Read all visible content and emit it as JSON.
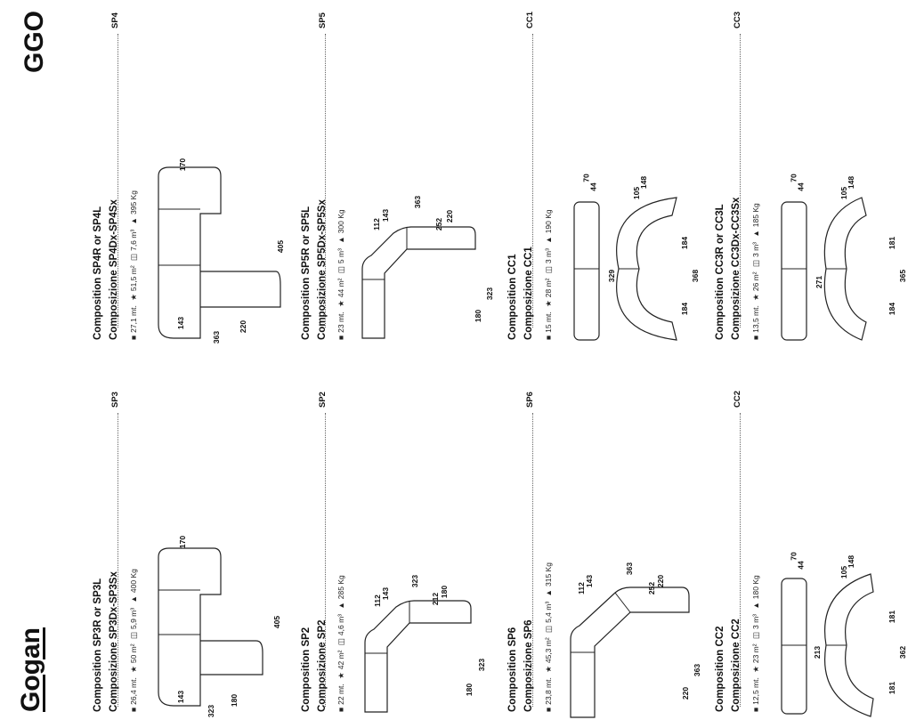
{
  "brand_left": "Gogan",
  "brand_right": "GGO",
  "icons": {
    "size": "square-icon",
    "area": "star-icon",
    "volume": "cube-icon",
    "weight": "weight-icon"
  },
  "cards": [
    {
      "code": "SP4",
      "title_en": "Composition SP4R or SP4L",
      "title_it": "Composizione SP4Dx-SP4Sx",
      "stats": {
        "mt": "27,1 mt.",
        "m2": "51,5 m²",
        "m3": "7,6 m³",
        "kg": "395 Kg"
      },
      "dims": [
        "170",
        "143",
        "220",
        "363",
        "405"
      ]
    },
    {
      "code": "SP5",
      "title_en": "Composition SP5R or SP5L",
      "title_it": "Composizione SP5Dx-SP5Sx",
      "stats": {
        "mt": "23 mt.",
        "m2": "44 m²",
        "m3": "5 m³",
        "kg": "300 Kg"
      },
      "dims": [
        "363",
        "143",
        "112",
        "220",
        "252",
        "180",
        "323"
      ]
    },
    {
      "code": "CC1",
      "title_en": "Composition CC1",
      "title_it": "Composizione CC1",
      "stats": {
        "mt": "15 mt.",
        "m2": "28 m²",
        "m3": "3 m³",
        "kg": "190 Kg"
      },
      "dims": [
        "70",
        "44",
        "148",
        "105",
        "329",
        "184",
        "368",
        "184"
      ]
    },
    {
      "code": "CC3",
      "title_en": "Composition CC3R or CC3L",
      "title_it": "Composizione CC3Dx-CC3Sx",
      "stats": {
        "mt": "13,5 mt.",
        "m2": "26 m²",
        "m3": "3 m³",
        "kg": "185 Kg"
      },
      "dims": [
        "70",
        "44",
        "148",
        "105",
        "271",
        "181",
        "365",
        "184"
      ]
    },
    {
      "code": "SP3",
      "title_en": "Composition SP3R or SP3L",
      "title_it": "Composizione SP3Dx-SP3Sx",
      "stats": {
        "mt": "26,4 mt.",
        "m2": "50 m²",
        "m3": "5,9 m³",
        "kg": "400 Kg"
      },
      "dims": [
        "170",
        "143",
        "180",
        "323",
        "405"
      ]
    },
    {
      "code": "SP2",
      "title_en": "Composition SP2",
      "title_it": "Composizione SP2",
      "stats": {
        "mt": "22 mt.",
        "m2": "42 m²",
        "m3": "4,6 m³",
        "kg": "285 Kg"
      },
      "dims": [
        "323",
        "143",
        "112",
        "180",
        "212",
        "180",
        "323"
      ]
    },
    {
      "code": "SP6",
      "title_en": "Composition SP6",
      "title_it": "Composizione SP6",
      "stats": {
        "mt": "23,8 mt.",
        "m2": "45,3 m²",
        "m3": "5,4 m³",
        "kg": "315 Kg"
      },
      "dims": [
        "363",
        "143",
        "112",
        "220",
        "252",
        "220",
        "363"
      ]
    },
    {
      "code": "CC2",
      "title_en": "Composition CC2",
      "title_it": "Composizione CC2",
      "stats": {
        "mt": "12,5 mt.",
        "m2": "23 m²",
        "m3": "3 m³",
        "kg": "180 Kg"
      },
      "dims": [
        "70",
        "44",
        "148",
        "105",
        "213",
        "181",
        "362",
        "181"
      ]
    }
  ]
}
